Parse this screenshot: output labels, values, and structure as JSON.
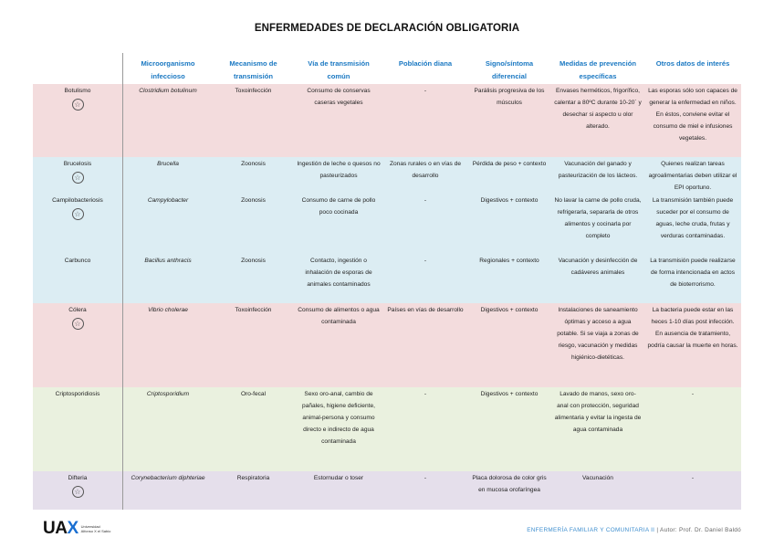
{
  "title": "ENFERMEDADES DE DECLARACIÓN OBLIGATORIA",
  "columns": [
    "",
    "Microorganismo infeccioso",
    "Mecanismo de transmisión",
    "Vía de transmisión común",
    "Población diana",
    "Signo/síntoma diferencial",
    "Medidas de prevención específicas",
    "Otros datos de interés"
  ],
  "rows": [
    {
      "disease": "Botulismo",
      "icon": "star-badge-icon",
      "microorganism": "Clostridium botulinum",
      "mechanism": "Toxoinfección",
      "route": "Consumo de conservas caseras vegetales",
      "population": "-",
      "sign": "Parálisis progresiva de los músculos",
      "prevention": "Envases herméticos, frigorífico, calentar a 80ºC durante 10-20´ y desechar si aspecto u olor alterado.",
      "other": "Las esporas sólo son capaces de generar la enfermedad en niños. En éstos, conviene evitar el consumo de miel e infusiones vegetales."
    },
    {
      "disease": "Brucelosis",
      "icon": "star-badge-icon",
      "microorganism": "Brucella",
      "mechanism": "Zoonosis",
      "route": "Ingestión de leche o quesos no pasteurizados",
      "population": "Zonas rurales o en vías de desarrollo",
      "sign": "Pérdida de peso + contexto",
      "prevention": "Vacunación del ganado y pasteurización de los lácteos.",
      "other": "Quienes realizan tareas agroalimentarias deben utilizar el EPI oportuno."
    },
    {
      "disease": "Campilobacteriosis",
      "icon": "star-badge-icon",
      "microorganism": "Campylobacter",
      "mechanism": "Zoonosis",
      "route": "Consumo de carne de pollo poco cocinada",
      "population": "-",
      "sign": "Digestivos + contexto",
      "prevention": "No lavar la carne de pollo cruda, refrigerarla, separarla de otros alimentos y cocinarla por completo",
      "other": "La transmisión también puede suceder por el consumo de aguas, leche cruda, frutas y verduras contaminadas."
    },
    {
      "disease": "Carbunco",
      "icon": "",
      "microorganism": "Bacillus anthracis",
      "mechanism": "Zoonosis",
      "route": "Contacto, ingestión o inhalación de esporas de animales contaminados",
      "population": "-",
      "sign": "Regionales + contexto",
      "prevention": "Vacunación y desinfección de cadáveres animales",
      "other": "La transmisión puede realizarse de forma intencionada en actos de bioterrorismo."
    },
    {
      "disease": "Cólera",
      "icon": "star-badge-icon",
      "microorganism": "Vibrio cholerae",
      "mechanism": "Toxoinfección",
      "route": "Consumo de alimentos o agua contaminada",
      "population": "Países en vías de desarrollo",
      "sign": "Digestivos + contexto",
      "prevention": "Instalaciones de saneamiento óptimas y acceso a agua potable. Si se viaja a zonas de riesgo, vacunación y medidas higiénico-dietéticas.",
      "other": "La bacteria puede estar en las heces 1-10 días post infección. En ausencia de tratamiento, podría causar la muerte en horas."
    },
    {
      "disease": "Criptosporidiosis",
      "icon": "",
      "microorganism": "Criptosporidium",
      "mechanism": "Oro-fecal",
      "route": "Sexo oro-anal, cambio de pañales, higiene deficiente, animal-persona y consumo directo e indirecto de agua contaminada",
      "population": "-",
      "sign": "Digestivos + contexto",
      "prevention": "Lavado de manos, sexo oro-anal con protección, seguridad alimentaria y evitar la ingesta de agua contaminada",
      "other": "-"
    },
    {
      "disease": "Difteria",
      "icon": "star-badge-icon",
      "microorganism": "Corynebacterium diphteriae",
      "mechanism": "Respiratoria",
      "route": "Estornudar o toser",
      "population": "-",
      "sign": "Placa dolorosa de color gris en mucosa orofaríngea",
      "prevention": "Vacunación",
      "other": "-"
    }
  ],
  "footer": {
    "logo": "UAX",
    "logo_sub_1": "Universidad",
    "logo_sub_2": "Alfonso X el Sabio",
    "course": "ENFERMERÍA FAMILIAR Y COMUNITARIA II",
    "author": " | Autor: Prof. Dr. Daniel Baldó"
  },
  "colors": {
    "header_text": "#1a78c2",
    "pink": "#f3dcdd",
    "blue": "#dcedf3",
    "green": "#eaf1df",
    "lavender": "#e5dfeb"
  }
}
